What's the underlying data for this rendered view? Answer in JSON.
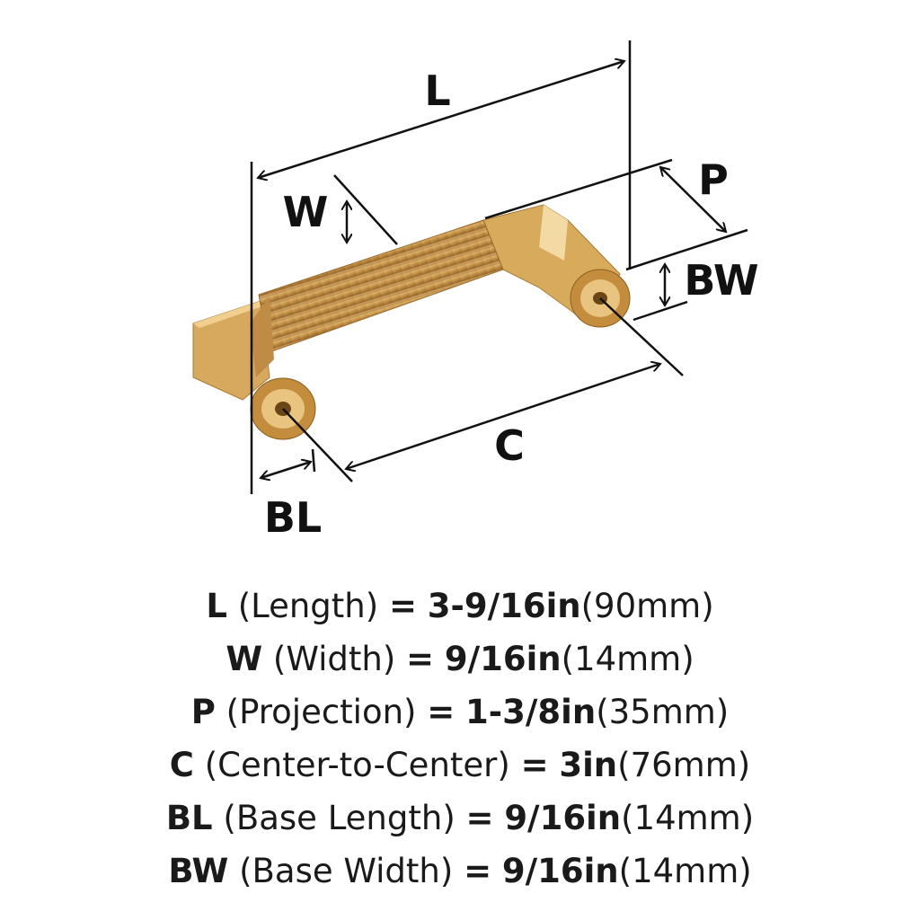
{
  "labels": {
    "L": "L",
    "W": "W",
    "P": "P",
    "BW": "BW",
    "C": "C",
    "BL": "BL"
  },
  "colors": {
    "gold_light": "#e6c07a",
    "gold_mid": "#c9974a",
    "gold_dark": "#8a5e22",
    "line": "#111111"
  },
  "specs": [
    {
      "code": "L",
      "name": "(Length)",
      "eq": "=",
      "imperial": "3-9/16in",
      "metric": "(90mm)"
    },
    {
      "code": "W",
      "name": "(Width)",
      "eq": "=",
      "imperial": "9/16in",
      "metric": "(14mm)"
    },
    {
      "code": "P",
      "name": "(Projection)",
      "eq": "=",
      "imperial": "1-3/8in",
      "metric": "(35mm)"
    },
    {
      "code": "C",
      "name": "(Center-to-Center)",
      "eq": "=",
      "imperial": "3in",
      "metric": "(76mm)"
    },
    {
      "code": "BL",
      "name": "(Base Length)",
      "eq": "=",
      "imperial": "9/16in",
      "metric": "(14mm)"
    },
    {
      "code": "BW",
      "name": "(Base Width)",
      "eq": "=",
      "imperial": "9/16in",
      "metric": "(14mm)"
    }
  ]
}
